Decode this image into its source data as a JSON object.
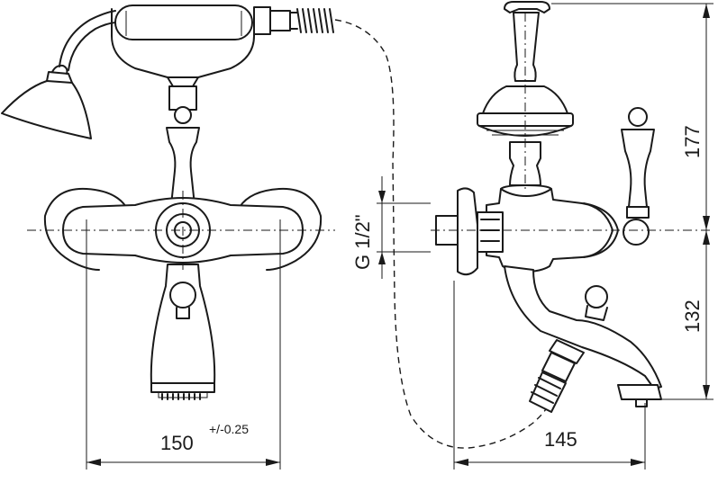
{
  "dimensions": {
    "front_width": "150",
    "front_tolerance": "+/-0.25",
    "side_depth": "145",
    "shower_height": "177",
    "spout_height": "132",
    "thread": "G 1/2\""
  }
}
